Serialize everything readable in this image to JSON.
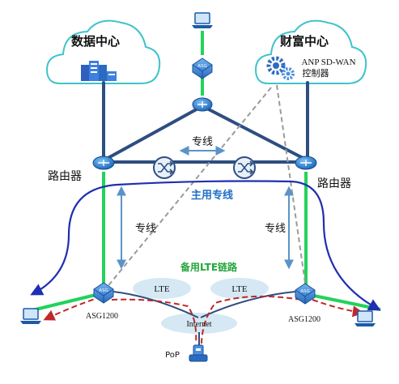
{
  "clouds": {
    "data_center": {
      "label": "数据中心"
    },
    "wealth_center": {
      "label": "财富中心",
      "controller_name": "ANP SD-WAN",
      "controller_suffix": "控制器"
    }
  },
  "devices": {
    "asg_label": "ASG",
    "left_gateway_model": "ASG1200",
    "right_gateway_model": "ASG1200",
    "pop_label": "PoP"
  },
  "labels": {
    "left_router": "路由器",
    "right_router": "路由器",
    "top_dedicated_line": "专线",
    "primary_dedicated_line": "主用专线",
    "left_dedicated_line": "专线",
    "right_dedicated_line": "专线",
    "backup_lte_link": "备用LTE链路",
    "lte_left": "LTE",
    "lte_right": "LTE",
    "internet": "Internet"
  },
  "colors": {
    "trunk": "#2e4e80",
    "router_blue": "#1e74c8",
    "green_link": "#22d35a",
    "primary_link": "#1f2fb0",
    "backup_link": "#c0282a",
    "cloud_stroke": "#3fc3cc",
    "arrow_blue": "#5b93c9",
    "ellipse_fill": "#d5e8f3",
    "backup_label": "#23a53c",
    "primary_label": "#1f6fc7"
  }
}
